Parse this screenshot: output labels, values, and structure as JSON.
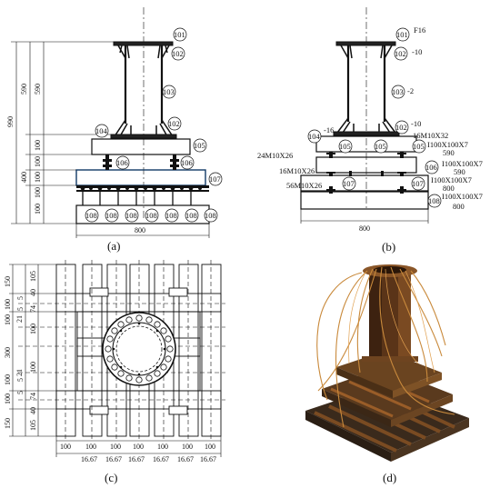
{
  "panels": {
    "a": {
      "caption": "(a)",
      "member_labels": [
        "101",
        "102",
        "103",
        "104",
        "102",
        "105",
        "106",
        "106",
        "107",
        "108",
        "108",
        "108",
        "108",
        "108",
        "108",
        "108"
      ],
      "outer_height": "990",
      "heights": [
        "590",
        "590",
        "400",
        "100",
        "100",
        "100",
        "100",
        "100"
      ],
      "base_width": "800"
    },
    "b": {
      "caption": "(b)",
      "member_labels": [
        "101",
        "102",
        "103",
        "104",
        "102",
        "105",
        "105",
        "105",
        "106",
        "107",
        "107",
        "108"
      ],
      "plate_labels": [
        "F16",
        "-10",
        "-2",
        "-16",
        "-10"
      ],
      "bolt_specs": [
        "16M10X32",
        "24M10X26",
        "16M10X26",
        "56M10X26"
      ],
      "beam_specs": [
        "I100X100X7",
        "590",
        "I100X100X7",
        "590",
        "I100X100X7",
        "800",
        "I100X100X7",
        "800"
      ],
      "base_width": "800"
    },
    "c": {
      "caption": "(c)",
      "left_dims": [
        "150",
        "100",
        "21",
        "100",
        "300",
        "21",
        "100",
        "100",
        "150"
      ],
      "inner_dims": [
        "105",
        "40",
        "5",
        "74",
        "100",
        "5",
        "5",
        "100",
        "74",
        "5",
        "40",
        "105"
      ],
      "bottom_dims_top": [
        "100",
        "100",
        "100",
        "100",
        "100",
        "100",
        "100"
      ],
      "bottom_dims_bottom": [
        "16.67",
        "16.67",
        "16.67",
        "16.67",
        "16.67",
        "16.67"
      ]
    },
    "d": {
      "caption": "(d)"
    }
  }
}
